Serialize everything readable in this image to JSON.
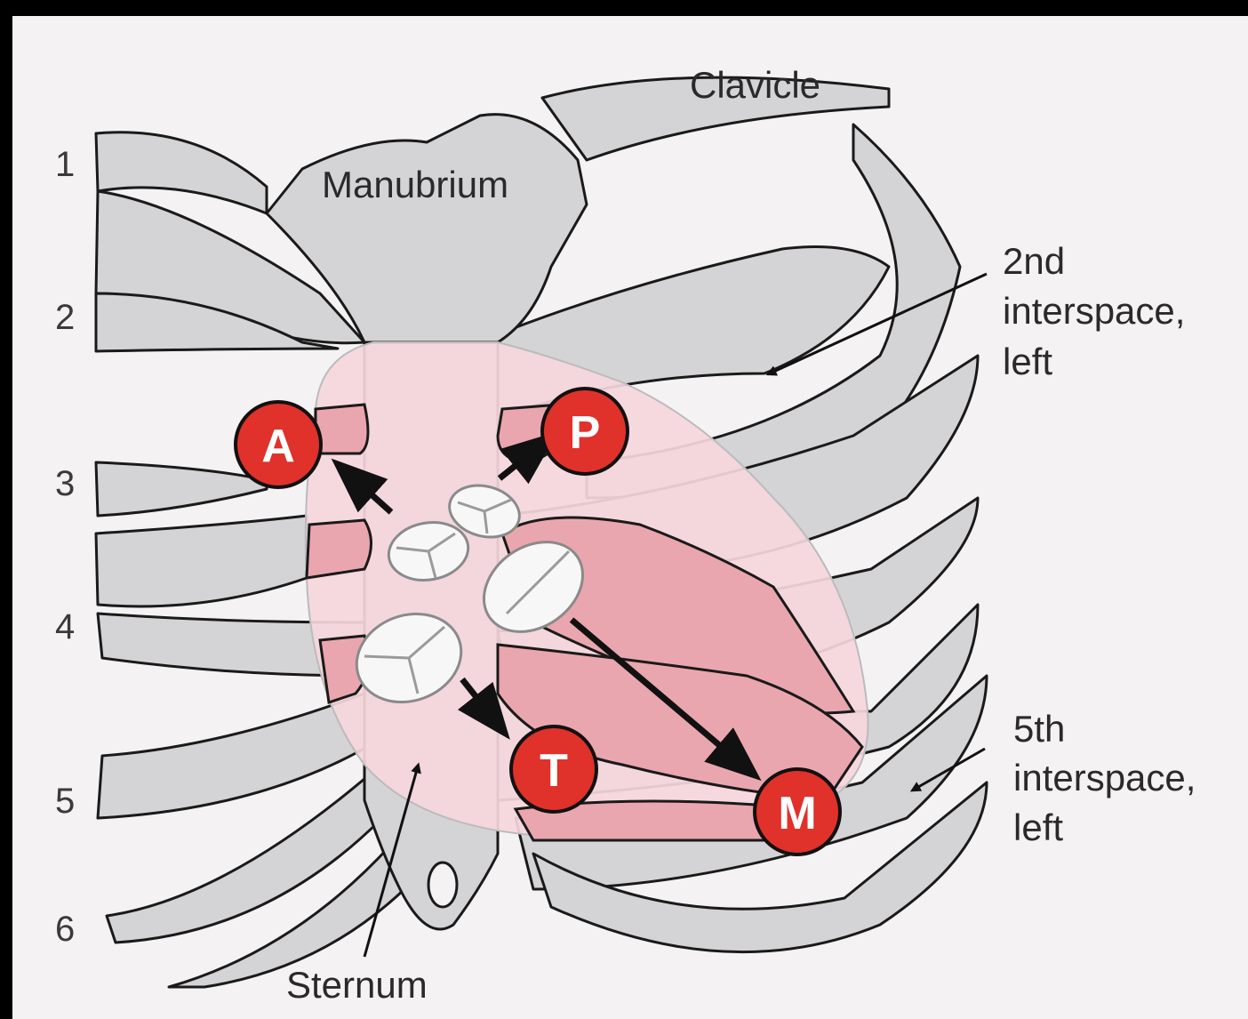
{
  "labels": {
    "clavicle": "Clavicle",
    "manubrium": "Manubrium",
    "sternum": "Sternum",
    "interspace2": [
      "2nd",
      "interspace,",
      "left"
    ],
    "interspace5": [
      "5th",
      "interspace,",
      "left"
    ]
  },
  "rib_numbers": [
    "1",
    "2",
    "3",
    "4",
    "5",
    "6"
  ],
  "auscultation_sites": [
    {
      "key": "A",
      "label": "A"
    },
    {
      "key": "P",
      "label": "P"
    },
    {
      "key": "T",
      "label": "T"
    },
    {
      "key": "M",
      "label": "M"
    }
  ],
  "colors": {
    "site_fill": "#e0312b",
    "heart_area": "#f5d7dc",
    "bone": "#d4d4d6"
  }
}
